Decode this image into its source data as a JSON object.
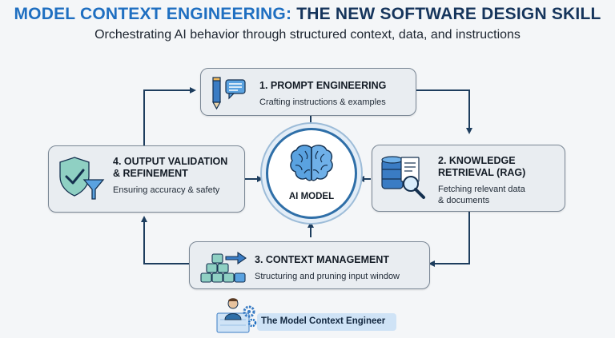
{
  "header": {
    "title_part1": "MODEL CONTEXT ENGINEERING:",
    "title_part2": "THE NEW SOFTWARE DESIGN SKILL",
    "subtitle": "Orchestrating AI behavior through structured context, data, and instructions"
  },
  "center": {
    "label": "AI MODEL",
    "icon": "brain-icon"
  },
  "steps": [
    {
      "title": "1. PROMPT ENGINEERING",
      "desc": "Crafting instructions & examples",
      "icon": "pencil-speech-bubble-icon"
    },
    {
      "title_line1": "2. KNOWLEDGE",
      "title_line2": "RETRIEVAL (RAG)",
      "desc_line1": "Fetching relevant data",
      "desc_line2": "& documents",
      "icon": "database-magnifier-icon"
    },
    {
      "title": "3. CONTEXT MANAGEMENT",
      "desc": "Structuring and pruning input window",
      "icon": "stacked-blocks-arrow-icon"
    },
    {
      "title_line1": "4. OUTPUT VALIDATION",
      "title_line2": "& REFINEMENT",
      "desc": "Ensuring accuracy & safety",
      "icon": "shield-check-funnel-icon"
    }
  ],
  "footer": {
    "label": "The Model Context Engineer",
    "icon": "engineer-gears-icon"
  },
  "colors": {
    "title_accent": "#1f6fc1",
    "title_dark": "#16355c",
    "arrow": "#1d3d5e",
    "card_bg": "#e9edf1",
    "card_border": "#7a8795"
  }
}
